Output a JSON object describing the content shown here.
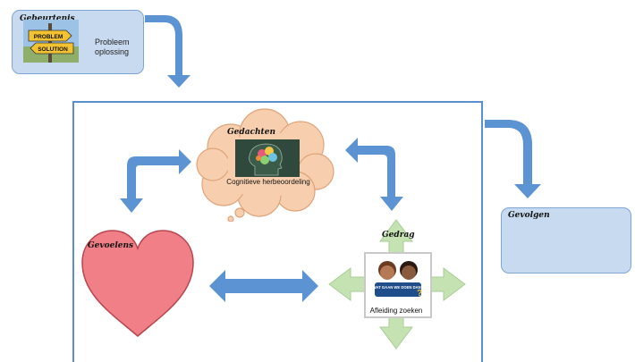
{
  "event": {
    "title": "Gebeurtenis",
    "sign_top": "PROBLEM",
    "sign_bottom": "SOLUTION",
    "text_line1": "Probleem",
    "text_line2": "oplossing"
  },
  "thoughts": {
    "title": "Gedachten",
    "caption": "Cognitieve herbeoordeling"
  },
  "feelings": {
    "title": "Gevoelens"
  },
  "behaviour": {
    "title": "Gedrag",
    "badge_text": "WAT GAAN WE DOEN DAN?",
    "caption": "Afleiding zoeken"
  },
  "consequences": {
    "title": "Gevolgen"
  },
  "colors": {
    "arrow": "#5b93d3",
    "box_fill": "#c7daf0",
    "cloud": "#f8cfae",
    "heart": "#f07f87",
    "behaviour_arrows": "#c5e2b3"
  }
}
